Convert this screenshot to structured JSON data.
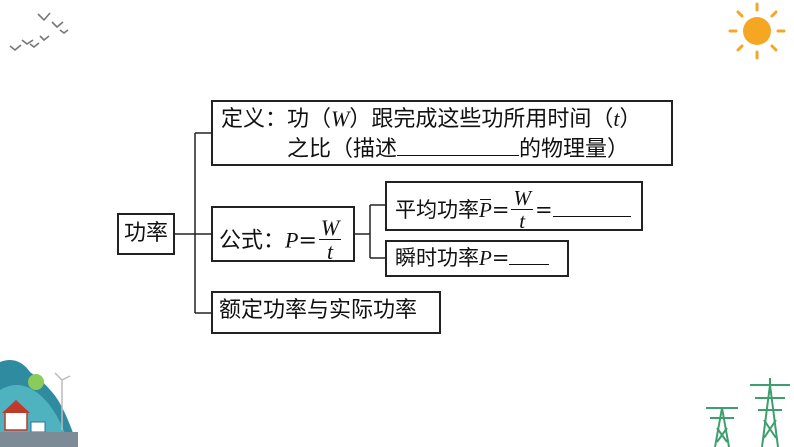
{
  "root": {
    "label": "功率"
  },
  "definition": {
    "line1_prefix": "定义：功（",
    "W": "W",
    "line1_mid": "）跟完成这些功所用时间（",
    "t": "t",
    "line1_suffix": "）",
    "line2_prefix": "之比（描述",
    "line2_suffix": "的物理量）"
  },
  "formula": {
    "label": "公式：",
    "P": "P",
    "eq": "=",
    "num": "W",
    "den": "t"
  },
  "average": {
    "label": "平均功率",
    "P": "P",
    "eq": "=",
    "num": "W",
    "den": "t",
    "eq2": "="
  },
  "instant": {
    "label": "瞬时功率",
    "P": "P",
    "eq": "="
  },
  "rated": {
    "label": "额定功率与实际功率"
  },
  "colors": {
    "sun": "#F5A623",
    "border": "#222222"
  }
}
